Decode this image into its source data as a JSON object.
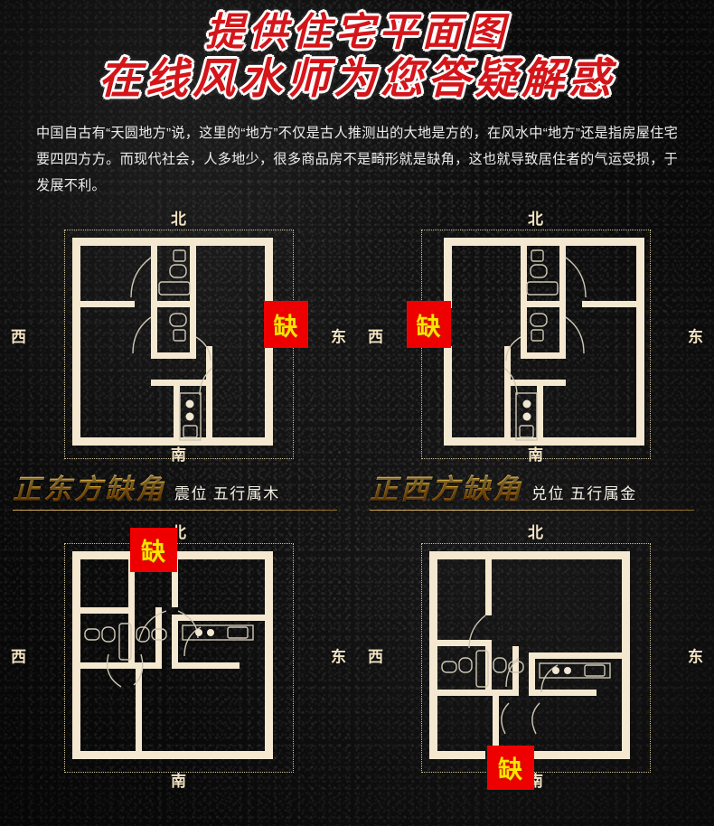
{
  "header": {
    "title_line1": "提供住宅平面图",
    "title_line2": "在线风水师为您答疑解惑",
    "title_color": "#d4151a",
    "title_outline_color": "#ffffff"
  },
  "intro": {
    "paragraph": "中国自古有“天圆地方”说，这里的“地方”不仅是古人推测出的大地是方的，在风水中“地方”还是指房屋住宅要四四方方。而现代社会，人多地少，很多商品房不是畸形就是缺角，这也就导致居住者的气运受损，于发展不利。",
    "text_color": "#ececec"
  },
  "compass": {
    "north": "北",
    "south": "南",
    "west": "西",
    "east": "东",
    "label_color": "#f2e4c4"
  },
  "badge": {
    "label": "缺",
    "background_color": "#ee0000",
    "text_color": "#ffe400"
  },
  "plans": [
    {
      "id": "plan-east-missing",
      "badge_position": "east",
      "caption_main": "正东方缺角",
      "caption_sub": "震位 五行属木",
      "wall_color": "#f5e8d0"
    },
    {
      "id": "plan-west-missing",
      "badge_position": "west",
      "caption_main": "正西方缺角",
      "caption_sub": "兑位 五行属金",
      "wall_color": "#f5e8d0"
    },
    {
      "id": "plan-north-missing",
      "badge_position": "north",
      "caption_main": "",
      "caption_sub": "",
      "wall_color": "#f5e8d0"
    },
    {
      "id": "plan-south-missing",
      "badge_position": "south",
      "caption_main": "",
      "caption_sub": "",
      "wall_color": "#f5e8d0"
    }
  ]
}
